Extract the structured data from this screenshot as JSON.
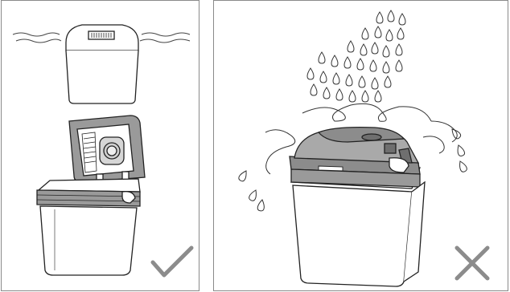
{
  "panels": [
    {
      "verdict": "correct",
      "verdict_icon": "check-mark-icon",
      "illustration": "cooler-box-ventilated-lid-removed"
    },
    {
      "verdict": "incorrect",
      "verdict_icon": "cross-mark-icon",
      "illustration": "cooler-box-exposed-to-rain-and-wind"
    }
  ],
  "colors": {
    "outline": "#222222",
    "lid_dark": "#8c8c8c",
    "lid_mid": "#a9a9a9",
    "frame": "#8a8a8a",
    "verdict_mark": "#8c8c8c"
  }
}
